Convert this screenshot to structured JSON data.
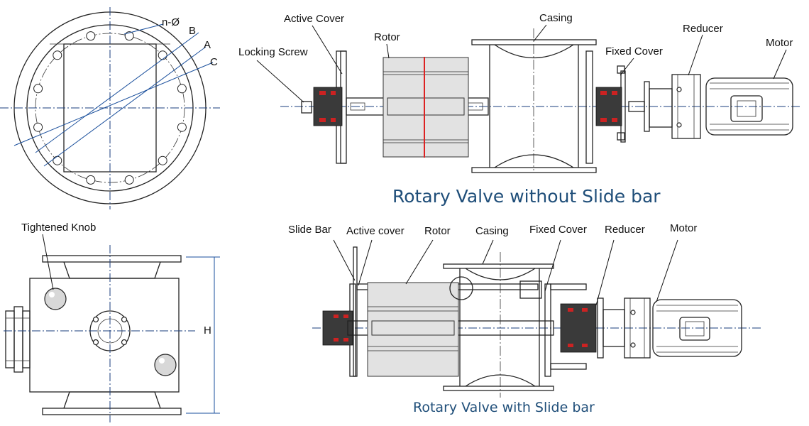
{
  "colors": {
    "title": "#1f4e79",
    "centerline": "#1a3d7c",
    "rotor_fill": "#e2e2e2",
    "seal_red": "#cc2222",
    "rotor_section_line": "#dd2222"
  },
  "flange_view": {
    "dim_labels": {
      "n_phi": "n-Ø",
      "b": "B",
      "a": "A",
      "c": "C"
    }
  },
  "side_view": {
    "labels": {
      "knob": "Tightened Knob",
      "height": "H"
    }
  },
  "top_assembly": {
    "title": "Rotary Valve without Slide bar",
    "labels": {
      "active_cover": "Active Cover",
      "rotor": "Rotor",
      "casing": "Casing",
      "reducer": "Reducer",
      "motor": "Motor",
      "locking_screw": "Locking Screw",
      "fixed_cover": "Fixed Cover"
    }
  },
  "bottom_assembly": {
    "title": "Rotary Valve with Slide bar",
    "labels": {
      "slide_bar": "Slide Bar",
      "active_cover": "Active cover",
      "rotor": "Rotor",
      "casing": "Casing",
      "fixed_cover": "Fixed Cover",
      "reducer": "Reducer",
      "motor": "Motor"
    }
  },
  "icons": [
    "flange-bolt-hole",
    "tightened-knob-ball",
    "motor-terminal-box",
    "locking-screw-knob"
  ]
}
